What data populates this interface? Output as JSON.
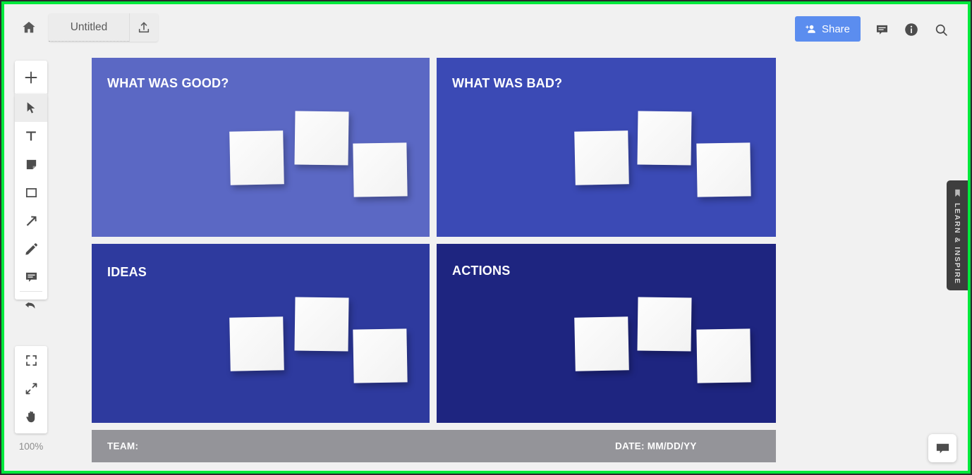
{
  "app": {
    "zoom_level": "100%",
    "accent_color": "#5b8def",
    "frame_color": "#00e83c"
  },
  "topbar": {
    "home_icon": "home-icon",
    "document_title": "Untitled",
    "export_icon": "upload-icon",
    "share_label": "Share",
    "share_icon": "person-add-icon",
    "chat_icon": "comment-icon",
    "info_icon": "info-icon",
    "search_icon": "search-icon"
  },
  "toolbar": {
    "add": {
      "name": "add-icon",
      "label": "Add"
    },
    "tools": [
      {
        "name": "cursor-icon",
        "label": "Select",
        "active": true
      },
      {
        "name": "text-icon",
        "label": "Text",
        "active": false
      },
      {
        "name": "sticky-note-icon",
        "label": "Sticky note",
        "active": false
      },
      {
        "name": "rectangle-icon",
        "label": "Shape",
        "active": false
      },
      {
        "name": "arrow-icon",
        "label": "Connector",
        "active": false
      },
      {
        "name": "pen-icon",
        "label": "Draw",
        "active": false
      },
      {
        "name": "comment-icon",
        "label": "Comment",
        "active": false
      }
    ],
    "undo": {
      "name": "undo-icon",
      "label": "Undo"
    },
    "view": [
      {
        "name": "fit-screen-icon",
        "label": "Fit to screen"
      },
      {
        "name": "expand-icon",
        "label": "Zoom to fit"
      },
      {
        "name": "hand-icon",
        "label": "Pan"
      }
    ]
  },
  "board": {
    "quadrants": [
      {
        "id": "good",
        "title": "WHAT WAS GOOD?",
        "color": "#5b68c4",
        "notes": 3
      },
      {
        "id": "bad",
        "title": "WHAT WAS BAD?",
        "color": "#3b4ab5",
        "notes": 3
      },
      {
        "id": "ideas",
        "title": "IDEAS",
        "color": "#2e3a9e",
        "notes": 3
      },
      {
        "id": "actions",
        "title": "ACTIONS",
        "color": "#1e2580",
        "notes": 3
      }
    ],
    "footer": {
      "team_label": "TEAM:",
      "date_label": "DATE: MM/DD/YY",
      "color": "#949499"
    }
  },
  "learn_tab": {
    "label": "LEARN & INSPIRE",
    "icon": "bookmark-icon"
  },
  "chat_widget": {
    "icon": "chat-bubble-icon"
  }
}
